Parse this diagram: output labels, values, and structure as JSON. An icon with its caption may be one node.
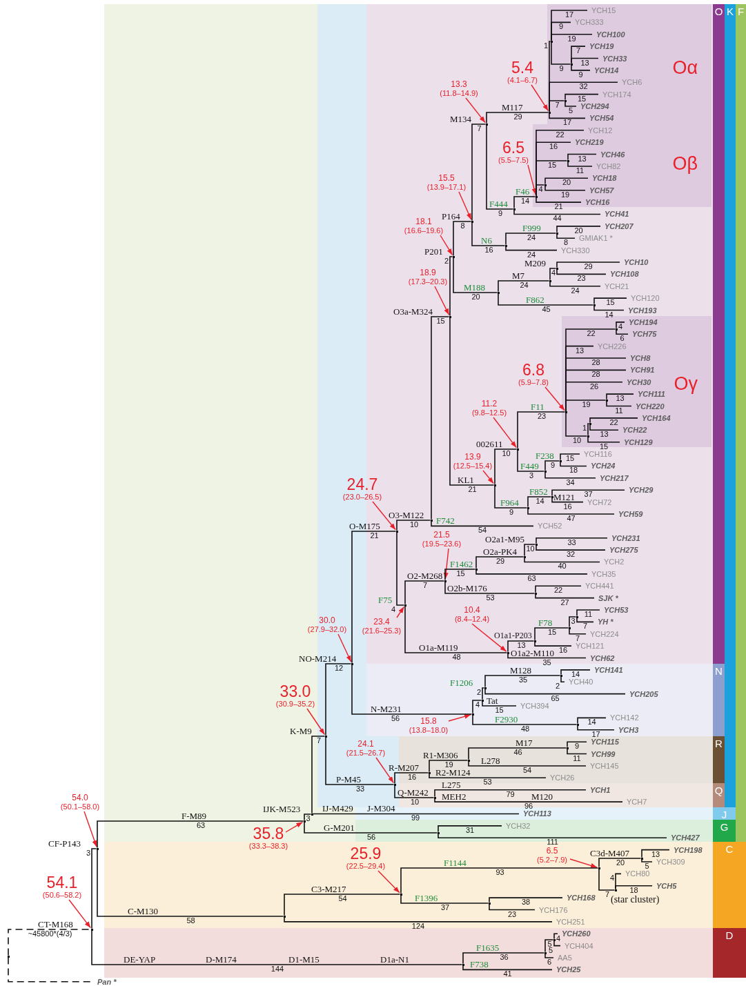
{
  "diagram": {
    "nodes": [
      {
        "text": [
          "Oα"
        ]
      },
      {
        "text": [
          "Oβ"
        ]
      },
      {
        "text": [
          "Oγ"
        ]
      },
      {
        "text": [
          "O"
        ]
      },
      {
        "text": [
          "K"
        ]
      },
      {
        "text": [
          "F"
        ]
      },
      {
        "text": [
          "N"
        ]
      },
      {
        "text": [
          "R"
        ]
      },
      {
        "text": [
          "Q"
        ]
      },
      {
        "text": [
          "J"
        ]
      },
      {
        "text": [
          "G"
        ]
      },
      {
        "text": [
          "C"
        ]
      },
      {
        "text": [
          "D"
        ]
      },
      {
        "text": [
          "5.4",
          "(4.1–6.7)"
        ]
      },
      {
        "text": [
          "13.3",
          "(11.8–14.9)"
        ]
      },
      {
        "text": [
          "6.5",
          "(5.5–7.5)"
        ]
      },
      {
        "text": [
          "15.5",
          "(13.9–17.1)"
        ]
      },
      {
        "text": [
          "18.1",
          "(16.6–19.6)"
        ]
      },
      {
        "text": [
          "18.9",
          "(17.3–20.3)"
        ]
      },
      {
        "text": [
          "6.8",
          "(5.9–7.8)"
        ]
      },
      {
        "text": [
          "11.2",
          "(9.8–12.5)"
        ]
      },
      {
        "text": [
          "13.9",
          "(12.5–15.4)"
        ]
      },
      {
        "text": [
          "24.7",
          "(23.0–26.5)"
        ]
      },
      {
        "text": [
          "21.5",
          "(19.5–23.6)"
        ]
      },
      {
        "text": [
          "10.4",
          "(8.4–12.4)"
        ]
      },
      {
        "text": [
          "23.4",
          "(21.6–25.3)"
        ]
      },
      {
        "text": [
          "30.0",
          "(27.9–32.0)"
        ]
      },
      {
        "text": [
          "33.0",
          "(30.9–35.2)"
        ]
      },
      {
        "text": [
          "15.8",
          "(13.8–18.0)"
        ]
      },
      {
        "text": [
          "24.1",
          "(21.5–26.7)"
        ]
      },
      {
        "text": [
          "54.0",
          "(50.1–58.0)"
        ]
      },
      {
        "text": [
          "35.8",
          "(33.3–38.3)"
        ]
      },
      {
        "text": [
          "6.5",
          "(5.2–7.9)"
        ]
      },
      {
        "text": [
          "25.9",
          "(22.5–29.4)"
        ]
      },
      {
        "text": [
          "54.1",
          "(50.6–58.2)"
        ]
      },
      {
        "text": [],
        "shape": "point"
      },
      {
        "text": [],
        "shape": "point"
      },
      {
        "text": [],
        "shape": "point"
      },
      {
        "text": [],
        "shape": "point"
      },
      {
        "text": [],
        "shape": "point"
      },
      {
        "text": [],
        "shape": "point"
      },
      {
        "text": [],
        "shape": "point"
      },
      {
        "text": [],
        "shape": "point"
      },
      {
        "text": [],
        "shape": "point"
      },
      {
        "text": [],
        "shape": "point"
      },
      {
        "text": [],
        "shape": "point"
      },
      {
        "text": [],
        "shape": "point"
      },
      {
        "text": [],
        "shape": "point"
      },
      {
        "text": [],
        "shape": "point",
        "in": 0
      },
      {
        "text": [],
        "shape": "point",
        "in": 0
      },
      {
        "text": [
          "YCH15"
        ],
        "in": 0
      },
      {
        "text": [
          "YCH333"
        ],
        "in": 0
      },
      {
        "text": [
          "YCH100"
        ],
        "in": 0
      },
      {
        "text": [],
        "shape": "point",
        "in": 0
      },
      {
        "text": [
          "YCH19"
        ],
        "in": 0
      },
      {
        "text": [
          "YCH33"
        ],
        "in": 0
      },
      {
        "text": [
          "YCH14"
        ],
        "in": 0
      },
      {
        "text": [
          "YCH6"
        ],
        "in": 0
      },
      {
        "text": [],
        "shape": "point",
        "in": 0
      },
      {
        "text": [
          "YCH174"
        ],
        "in": 0
      },
      {
        "text": [
          "YCH294"
        ],
        "in": 0
      },
      {
        "text": [
          "YCH54"
        ],
        "in": 0
      },
      {
        "text": [],
        "shape": "point"
      },
      {
        "text": [],
        "shape": "point",
        "in": 1
      },
      {
        "text": [
          "YCH12"
        ],
        "in": 1
      },
      {
        "text": [
          "YCH219"
        ],
        "in": 1
      },
      {
        "text": [],
        "shape": "point",
        "in": 1
      },
      {
        "text": [
          "YCH46"
        ],
        "in": 1
      },
      {
        "text": [
          "YCH82"
        ],
        "in": 1
      },
      {
        "text": [],
        "shape": "point",
        "in": 1
      },
      {
        "text": [
          "YCH18"
        ],
        "in": 1
      },
      {
        "text": [
          "YCH57"
        ],
        "in": 1
      },
      {
        "text": [
          "YCH16"
        ],
        "in": 1
      },
      {
        "text": [
          "YCH41"
        ]
      },
      {
        "text": [],
        "shape": "point"
      },
      {
        "text": [],
        "shape": "point"
      },
      {
        "text": [
          "YCH207"
        ]
      },
      {
        "text": [
          "GMIAK1 *"
        ]
      },
      {
        "text": [
          "YCH330"
        ]
      },
      {
        "text": [],
        "shape": "point"
      },
      {
        "text": [],
        "shape": "point"
      },
      {
        "text": [],
        "shape": "point"
      },
      {
        "text": [
          "YCH10"
        ]
      },
      {
        "text": [
          "YCH108"
        ]
      },
      {
        "text": [
          "YCH21"
        ]
      },
      {
        "text": [],
        "shape": "point"
      },
      {
        "text": [
          "YCH120"
        ]
      },
      {
        "text": [
          "YCH193"
        ]
      },
      {
        "text": [],
        "shape": "point"
      },
      {
        "text": [],
        "shape": "point"
      },
      {
        "text": [],
        "shape": "point",
        "in": 2
      },
      {
        "text": [],
        "shape": "point",
        "in": 2
      },
      {
        "text": [
          "YCH194"
        ],
        "in": 2
      },
      {
        "text": [
          "YCH75"
        ],
        "in": 2
      },
      {
        "text": [
          "YCH226"
        ],
        "in": 2
      },
      {
        "text": [
          "YCH8"
        ],
        "in": 2
      },
      {
        "text": [
          "YCH91"
        ],
        "in": 2
      },
      {
        "text": [
          "YCH30"
        ],
        "in": 2
      },
      {
        "text": [],
        "shape": "point",
        "in": 2
      },
      {
        "text": [
          "YCH111"
        ],
        "in": 2
      },
      {
        "text": [
          "YCH220"
        ],
        "in": 2
      },
      {
        "text": [],
        "shape": "point",
        "in": 2
      },
      {
        "text": [],
        "shape": "point",
        "in": 2
      },
      {
        "text": [
          "YCH164"
        ],
        "in": 2
      },
      {
        "text": [
          "YCH22"
        ],
        "in": 2
      },
      {
        "text": [
          "YCH129"
        ],
        "in": 2
      },
      {
        "text": [],
        "shape": "point"
      },
      {
        "text": [],
        "shape": "point"
      },
      {
        "text": [
          "YCH116"
        ]
      },
      {
        "text": [
          "YCH24"
        ]
      },
      {
        "text": [
          "YCH217"
        ]
      },
      {
        "text": [],
        "shape": "point"
      },
      {
        "text": [],
        "shape": "point"
      },
      {
        "text": [
          "YCH29"
        ]
      },
      {
        "text": [
          "YCH72"
        ]
      },
      {
        "text": [
          "YCH59"
        ]
      },
      {
        "text": [
          "YCH52"
        ]
      },
      {
        "text": [],
        "shape": "point"
      },
      {
        "text": [],
        "shape": "point"
      },
      {
        "text": [],
        "shape": "point"
      },
      {
        "text": [],
        "shape": "point"
      },
      {
        "text": [],
        "shape": "point"
      },
      {
        "text": [
          "YCH231"
        ]
      },
      {
        "text": [
          "YCH275"
        ]
      },
      {
        "text": [
          "YCH2"
        ]
      },
      {
        "text": [
          "YCH35"
        ]
      },
      {
        "text": [],
        "shape": "point"
      },
      {
        "text": [
          "YCH441"
        ]
      },
      {
        "text": [
          "SJK *"
        ]
      },
      {
        "text": [],
        "shape": "point"
      },
      {
        "text": [],
        "shape": "point"
      },
      {
        "text": [],
        "shape": "point"
      },
      {
        "text": [],
        "shape": "point"
      },
      {
        "text": [
          "YCH53"
        ]
      },
      {
        "text": [
          "YH *"
        ]
      },
      {
        "text": [
          "YCH224"
        ]
      },
      {
        "text": [
          "YCH121"
        ]
      },
      {
        "text": [
          "YCH62"
        ]
      },
      {
        "text": [],
        "shape": "point"
      },
      {
        "text": [],
        "shape": "point"
      },
      {
        "text": [],
        "shape": "point"
      },
      {
        "text": [],
        "shape": "point"
      },
      {
        "text": [
          "YCH141"
        ]
      },
      {
        "text": [
          "YCH40"
        ]
      },
      {
        "text": [
          "YCH205"
        ]
      },
      {
        "text": [
          "YCH394"
        ]
      },
      {
        "text": [],
        "shape": "point"
      },
      {
        "text": [
          "YCH142"
        ]
      },
      {
        "text": [
          "YCH3"
        ]
      },
      {
        "text": [],
        "shape": "point"
      },
      {
        "text": [],
        "shape": "point"
      },
      {
        "text": [],
        "shape": "point"
      },
      {
        "text": [],
        "shape": "point"
      },
      {
        "text": [
          "YCH115"
        ]
      },
      {
        "text": [
          "YCH99"
        ]
      },
      {
        "text": [
          "YCH145"
        ]
      },
      {
        "text": [
          "YCH26"
        ]
      },
      {
        "text": [],
        "shape": "point"
      },
      {
        "text": [
          "YCH1"
        ]
      },
      {
        "text": [
          "YCH7"
        ]
      },
      {
        "text": [
          "YCH113"
        ]
      },
      {
        "text": [],
        "shape": "point"
      },
      {
        "text": [
          "YCH32"
        ]
      },
      {
        "text": [
          "YCH427"
        ]
      },
      {
        "text": [],
        "shape": "point"
      },
      {
        "text": [],
        "shape": "point"
      },
      {
        "text": [],
        "shape": "point"
      },
      {
        "text": [],
        "shape": "point"
      },
      {
        "text": [
          "YCH198"
        ]
      },
      {
        "text": [
          "YCH309"
        ]
      },
      {
        "text": [],
        "shape": "point"
      },
      {
        "text": [
          "YCH80"
        ]
      },
      {
        "text": [
          "YCH5"
        ]
      },
      {
        "text": [],
        "shape": "point"
      },
      {
        "text": [
          "YCH168"
        ]
      },
      {
        "text": [
          "YCH176"
        ]
      },
      {
        "text": [
          "YCH251"
        ]
      },
      {
        "text": [],
        "shape": "point"
      },
      {
        "text": [],
        "shape": "point"
      },
      {
        "text": [],
        "shape": "point"
      },
      {
        "text": [
          "YCH260"
        ]
      },
      {
        "text": [
          "YCH404"
        ]
      },
      {
        "text": [
          "AA5"
        ]
      },
      {
        "text": [
          "YCH25"
        ]
      },
      {
        "text": [
          "Pan *"
        ]
      }
    ],
    "edges": [
      {
        "from": 13,
        "to": 48,
        "arrow": "to",
        "color": "#e8202a"
      },
      {
        "from": 14,
        "to": 47,
        "arrow": "to",
        "color": "#e8202a"
      },
      {
        "from": 15,
        "to": 63,
        "arrow": "to",
        "color": "#e8202a"
      },
      {
        "from": 16,
        "to": 46,
        "arrow": "to",
        "color": "#e8202a"
      },
      {
        "from": 17,
        "to": 45,
        "arrow": "to",
        "color": "#e8202a"
      },
      {
        "from": 18,
        "to": 44,
        "arrow": "to",
        "color": "#e8202a"
      },
      {
        "from": 19,
        "to": 90,
        "arrow": "to",
        "color": "#e8202a"
      },
      {
        "from": 20,
        "to": 89,
        "arrow": "to",
        "color": "#e8202a"
      },
      {
        "from": 21,
        "to": 88,
        "arrow": "to",
        "color": "#e8202a"
      },
      {
        "from": 22,
        "to": 42,
        "arrow": "to",
        "color": "#e8202a"
      },
      {
        "from": 23,
        "to": 118,
        "arrow": "to",
        "color": "#e8202a"
      },
      {
        "from": 24,
        "to": 129,
        "arrow": "to",
        "color": "#e8202a"
      },
      {
        "from": 25,
        "to": 117,
        "arrow": "to",
        "color": "#e8202a"
      },
      {
        "from": 26,
        "to": 41,
        "arrow": "to",
        "color": "#e8202a"
      },
      {
        "from": 27,
        "to": 40,
        "arrow": "to",
        "color": "#e8202a"
      },
      {
        "from": 28,
        "to": 138,
        "arrow": "to",
        "color": "#e8202a"
      },
      {
        "from": 29,
        "to": 149,
        "arrow": "to",
        "color": "#e8202a"
      },
      {
        "from": 30,
        "to": 37,
        "arrow": "to",
        "color": "#e8202a"
      },
      {
        "from": 31,
        "to": 38,
        "arrow": "to",
        "color": "#e8202a"
      },
      {
        "from": 32,
        "to": 166,
        "arrow": "to",
        "color": "#e8202a"
      },
      {
        "from": 33,
        "to": 165,
        "arrow": "to",
        "color": "#e8202a"
      },
      {
        "from": 34,
        "to": 36,
        "arrow": "to",
        "color": "#e8202a"
      },
      {
        "from": 35,
        "to": 36,
        "arrow": "none",
        "label": "CT-M168",
        "style": "dashed"
      },
      {
        "from": 36,
        "to": 37,
        "arrow": "none",
        "label": "CF-P143"
      },
      {
        "from": 37,
        "to": 38,
        "arrow": "none",
        "label": "F-M89"
      },
      {
        "from": 38,
        "to": 39,
        "arrow": "none",
        "label": "IJK-M523"
      },
      {
        "from": 39,
        "to": 40,
        "arrow": "none",
        "label": "K-M9"
      },
      {
        "from": 40,
        "to": 41,
        "arrow": "none",
        "label": "NO-M214"
      },
      {
        "from": 41,
        "to": 42,
        "arrow": "none",
        "label": "O-M175"
      },
      {
        "from": 42,
        "to": 43,
        "arrow": "none",
        "label": "O3-M122"
      },
      {
        "from": 43,
        "to": 44,
        "arrow": "none",
        "label": "O3a-M324"
      },
      {
        "from": 44,
        "to": 45,
        "arrow": "none",
        "label": "P201"
      },
      {
        "from": 45,
        "to": 46,
        "arrow": "none",
        "label": "P164"
      },
      {
        "from": 46,
        "to": 47,
        "arrow": "none",
        "label": "M134"
      },
      {
        "from": 47,
        "to": 48,
        "arrow": "none",
        "label": "M117"
      },
      {
        "from": 48,
        "to": 49,
        "arrow": "none"
      },
      {
        "from": 49,
        "to": 50,
        "arrow": "none"
      },
      {
        "from": 49,
        "to": 51,
        "arrow": "none"
      },
      {
        "from": 49,
        "to": 52,
        "arrow": "none"
      },
      {
        "from": 49,
        "to": 53,
        "arrow": "none"
      },
      {
        "from": 53,
        "to": 54,
        "arrow": "none"
      },
      {
        "from": 53,
        "to": 55,
        "arrow": "none"
      },
      {
        "from": 53,
        "to": 56,
        "arrow": "none"
      },
      {
        "from": 48,
        "to": 57,
        "arrow": "none"
      },
      {
        "from": 48,
        "to": 58,
        "arrow": "none"
      },
      {
        "from": 58,
        "to": 59,
        "arrow": "none"
      },
      {
        "from": 58,
        "to": 60,
        "arrow": "none"
      },
      {
        "from": 48,
        "to": 61,
        "arrow": "none"
      },
      {
        "from": 47,
        "to": 62,
        "arrow": "none",
        "label": "F444"
      },
      {
        "from": 62,
        "to": 63,
        "arrow": "none",
        "label": "F46"
      },
      {
        "from": 63,
        "to": 64,
        "arrow": "none"
      },
      {
        "from": 63,
        "to": 65,
        "arrow": "none"
      },
      {
        "from": 63,
        "to": 66,
        "arrow": "none"
      },
      {
        "from": 66,
        "to": 67,
        "arrow": "none"
      },
      {
        "from": 66,
        "to": 68,
        "arrow": "none"
      },
      {
        "from": 63,
        "to": 69,
        "arrow": "none"
      },
      {
        "from": 69,
        "to": 70,
        "arrow": "none"
      },
      {
        "from": 69,
        "to": 71,
        "arrow": "none"
      },
      {
        "from": 63,
        "to": 72,
        "arrow": "none"
      },
      {
        "from": 62,
        "to": 73,
        "arrow": "none"
      },
      {
        "from": 46,
        "to": 74,
        "arrow": "none",
        "label": "N6"
      },
      {
        "from": 74,
        "to": 75,
        "arrow": "none",
        "label": "F999"
      },
      {
        "from": 75,
        "to": 76,
        "arrow": "none"
      },
      {
        "from": 75,
        "to": 77,
        "arrow": "none"
      },
      {
        "from": 74,
        "to": 78,
        "arrow": "none"
      },
      {
        "from": 45,
        "to": 79,
        "arrow": "none",
        "label": "M188"
      },
      {
        "from": 79,
        "to": 80,
        "arrow": "none",
        "label": "M7"
      },
      {
        "from": 80,
        "to": 81,
        "arrow": "none",
        "label": "M209"
      },
      {
        "from": 81,
        "to": 82,
        "arrow": "none"
      },
      {
        "from": 81,
        "to": 83,
        "arrow": "none"
      },
      {
        "from": 80,
        "to": 84,
        "arrow": "none"
      },
      {
        "from": 79,
        "to": 85,
        "arrow": "none",
        "label": "F862"
      },
      {
        "from": 85,
        "to": 86,
        "arrow": "none"
      },
      {
        "from": 85,
        "to": 87,
        "arrow": "none"
      },
      {
        "from": 44,
        "to": 88,
        "arrow": "none",
        "label": "KL1"
      },
      {
        "from": 88,
        "to": 89,
        "arrow": "none",
        "label": "002611"
      },
      {
        "from": 89,
        "to": 90,
        "arrow": "none",
        "label": "F11"
      },
      {
        "from": 90,
        "to": 91,
        "arrow": "none"
      },
      {
        "from": 91,
        "to": 92,
        "arrow": "none"
      },
      {
        "from": 91,
        "to": 93,
        "arrow": "none"
      },
      {
        "from": 90,
        "to": 94,
        "arrow": "none"
      },
      {
        "from": 90,
        "to": 95,
        "arrow": "none"
      },
      {
        "from": 90,
        "to": 96,
        "arrow": "none"
      },
      {
        "from": 90,
        "to": 97,
        "arrow": "none"
      },
      {
        "from": 90,
        "to": 98,
        "arrow": "none"
      },
      {
        "from": 98,
        "to": 99,
        "arrow": "none"
      },
      {
        "from": 98,
        "to": 100,
        "arrow": "none"
      },
      {
        "from": 90,
        "to": 101,
        "arrow": "none"
      },
      {
        "from": 101,
        "to": 102,
        "arrow": "none"
      },
      {
        "from": 102,
        "to": 103,
        "arrow": "none"
      },
      {
        "from": 102,
        "to": 104,
        "arrow": "none"
      },
      {
        "from": 101,
        "to": 105,
        "arrow": "none"
      },
      {
        "from": 89,
        "to": 106,
        "arrow": "none",
        "label": "F449"
      },
      {
        "from": 106,
        "to": 107,
        "arrow": "none",
        "label": "F238"
      },
      {
        "from": 107,
        "to": 108,
        "arrow": "none"
      },
      {
        "from": 107,
        "to": 109,
        "arrow": "none"
      },
      {
        "from": 106,
        "to": 110,
        "arrow": "none"
      },
      {
        "from": 88,
        "to": 111,
        "arrow": "none",
        "label": "F964"
      },
      {
        "from": 111,
        "to": 112,
        "arrow": "none",
        "label": "F852"
      },
      {
        "from": 112,
        "to": 113,
        "arrow": "none"
      },
      {
        "from": 112,
        "to": 114,
        "arrow": "none",
        "label": "M121"
      },
      {
        "from": 111,
        "to": 115,
        "arrow": "none"
      },
      {
        "from": 43,
        "to": 116,
        "arrow": "none",
        "label": "F742"
      },
      {
        "from": 42,
        "to": 117,
        "arrow": "none",
        "label": "F75"
      },
      {
        "from": 117,
        "to": 118,
        "arrow": "none",
        "label": "O2-M268"
      },
      {
        "from": 118,
        "to": 119,
        "arrow": "none",
        "label": "F1462"
      },
      {
        "from": 119,
        "to": 120,
        "arrow": "none",
        "label": "O2a-PK4"
      },
      {
        "from": 120,
        "to": 121,
        "arrow": "none",
        "label": "O2a1-M95"
      },
      {
        "from": 121,
        "to": 122,
        "arrow": "none"
      },
      {
        "from": 121,
        "to": 123,
        "arrow": "none"
      },
      {
        "from": 120,
        "to": 124,
        "arrow": "none"
      },
      {
        "from": 119,
        "to": 125,
        "arrow": "none"
      },
      {
        "from": 118,
        "to": 126,
        "arrow": "none",
        "label": "O2b-M176"
      },
      {
        "from": 126,
        "to": 127,
        "arrow": "none"
      },
      {
        "from": 126,
        "to": 128,
        "arrow": "none"
      },
      {
        "from": 117,
        "to": 129,
        "arrow": "none",
        "label": "O1a-M119"
      },
      {
        "from": 129,
        "to": 130,
        "arrow": "none",
        "label": "O1a1-P203"
      },
      {
        "from": 130,
        "to": 131,
        "arrow": "none",
        "label": "F78"
      },
      {
        "from": 131,
        "to": 132,
        "arrow": "none"
      },
      {
        "from": 132,
        "to": 133,
        "arrow": "none"
      },
      {
        "from": 132,
        "to": 134,
        "arrow": "none"
      },
      {
        "from": 131,
        "to": 135,
        "arrow": "none"
      },
      {
        "from": 130,
        "to": 136,
        "arrow": "none"
      },
      {
        "from": 129,
        "to": 137,
        "arrow": "none",
        "label": "O1a2-M110"
      },
      {
        "from": 41,
        "to": 138,
        "arrow": "none",
        "label": "N-M231"
      },
      {
        "from": 138,
        "to": 139,
        "arrow": "none"
      },
      {
        "from": 139,
        "to": 140,
        "arrow": "none",
        "label": "F1206"
      },
      {
        "from": 140,
        "to": 141,
        "arrow": "none",
        "label": "M128"
      },
      {
        "from": 141,
        "to": 142,
        "arrow": "none"
      },
      {
        "from": 141,
        "to": 143,
        "arrow": "none"
      },
      {
        "from": 140,
        "to": 144,
        "arrow": "none"
      },
      {
        "from": 139,
        "to": 145,
        "arrow": "none",
        "label": "Tat"
      },
      {
        "from": 138,
        "to": 146,
        "arrow": "none",
        "label": "F2930"
      },
      {
        "from": 146,
        "to": 147,
        "arrow": "none"
      },
      {
        "from": 146,
        "to": 148,
        "arrow": "none"
      },
      {
        "from": 40,
        "to": 149,
        "arrow": "none",
        "label": "P-M45"
      },
      {
        "from": 149,
        "to": 150,
        "arrow": "none",
        "label": "R-M207"
      },
      {
        "from": 150,
        "to": 151,
        "arrow": "none",
        "label": "R1-M306"
      },
      {
        "from": 151,
        "to": 152,
        "arrow": "none",
        "label": "M17"
      },
      {
        "from": 152,
        "to": 153,
        "arrow": "none"
      },
      {
        "from": 152,
        "to": 154,
        "arrow": "none"
      },
      {
        "from": 151,
        "to": 155,
        "arrow": "none",
        "label": "L278"
      },
      {
        "from": 150,
        "to": 156,
        "arrow": "none",
        "label": "R2-M124"
      },
      {
        "from": 149,
        "to": 157,
        "arrow": "none",
        "label": "Q-M242"
      },
      {
        "from": 157,
        "to": 158,
        "arrow": "none",
        "label": "L275"
      },
      {
        "from": 157,
        "to": 159,
        "arrow": "none",
        "label": "MEH2"
      },
      {
        "from": 39,
        "to": 160,
        "arrow": "none",
        "label": "IJ-M429"
      },
      {
        "from": 38,
        "to": 161,
        "arrow": "none",
        "label": "G-M201"
      },
      {
        "from": 161,
        "to": 162,
        "arrow": "none"
      },
      {
        "from": 161,
        "to": 163,
        "arrow": "none"
      },
      {
        "from": 37,
        "to": 164,
        "arrow": "none",
        "label": "C-M130"
      },
      {
        "from": 164,
        "to": 165,
        "arrow": "none",
        "label": "C3-M217"
      },
      {
        "from": 165,
        "to": 166,
        "arrow": "none",
        "label": "F1144"
      },
      {
        "from": 166,
        "to": 167,
        "arrow": "none",
        "label": "C3d-M407"
      },
      {
        "from": 167,
        "to": 168,
        "arrow": "none"
      },
      {
        "from": 167,
        "to": 169,
        "arrow": "none"
      },
      {
        "from": 166,
        "to": 170,
        "arrow": "none"
      },
      {
        "from": 170,
        "to": 171,
        "arrow": "none"
      },
      {
        "from": 170,
        "to": 172,
        "arrow": "none"
      },
      {
        "from": 165,
        "to": 173,
        "arrow": "none",
        "label": "F1396"
      },
      {
        "from": 173,
        "to": 174,
        "arrow": "none"
      },
      {
        "from": 173,
        "to": 175,
        "arrow": "none"
      },
      {
        "from": 164,
        "to": 176,
        "arrow": "none"
      },
      {
        "from": 36,
        "to": 177,
        "arrow": "none",
        "label": "DE-YAP"
      },
      {
        "from": 177,
        "to": 178,
        "arrow": "none",
        "label": "F1635"
      },
      {
        "from": 178,
        "to": 179,
        "arrow": "none"
      },
      {
        "from": 179,
        "to": 180,
        "arrow": "none"
      },
      {
        "from": 179,
        "to": 181,
        "arrow": "none"
      },
      {
        "from": 178,
        "to": 182,
        "arrow": "none"
      },
      {
        "from": 177,
        "to": 183,
        "arrow": "none",
        "label": "F738"
      },
      {
        "from": 35,
        "to": 184,
        "arrow": "none",
        "style": "dashed"
      }
    ],
    "labels": [
      "~45800*(4/3)",
      "3",
      "63",
      "3",
      "7",
      "12",
      "21",
      "10",
      "15",
      "2",
      "8",
      "7",
      "29",
      "1",
      "17",
      "9",
      "19",
      "9",
      "7",
      "13",
      "9",
      "32",
      "7",
      "15",
      "5",
      "17",
      "9",
      "14",
      "22",
      "16",
      "15",
      "13",
      "11",
      "4",
      "20",
      "19",
      "21",
      "44",
      "16",
      "24",
      "20",
      "8",
      "24",
      "20",
      "24",
      "4",
      "29",
      "23",
      "24",
      "45",
      "15",
      "14",
      "21",
      "10",
      "23",
      "22",
      "4",
      "6",
      "13",
      "28",
      "28",
      "26",
      "19",
      "13",
      "11",
      "10",
      "1",
      "22",
      "13",
      "15",
      "3",
      "9",
      "15",
      "18",
      "34",
      "9",
      "14",
      "37",
      "16",
      "47",
      "54",
      "4",
      "7",
      "15",
      "29",
      "10",
      "33",
      "32",
      "40",
      "63",
      "53",
      "22",
      "27",
      "48",
      "13",
      "15",
      "3",
      "11",
      "7",
      "7",
      "16",
      "35",
      "56",
      "4",
      "2",
      "35",
      "14",
      "2",
      "65",
      "15",
      "48",
      "14",
      "17",
      "33",
      "16",
      "19",
      "46",
      "9",
      "11",
      "54",
      "53",
      "10",
      "79",
      "96",
      "99",
      "56",
      "31",
      "111",
      "58",
      "54",
      "93",
      "20",
      "13",
      "5",
      "7",
      "4",
      "18",
      "37",
      "38",
      "23",
      "124",
      "144",
      "36",
      "5",
      "4",
      "5",
      "6",
      "41",
      "D-M174",
      "D1-M15",
      "D1a-N1",
      "J-M304",
      "M120",
      "(star cluster)"
    ]
  }
}
